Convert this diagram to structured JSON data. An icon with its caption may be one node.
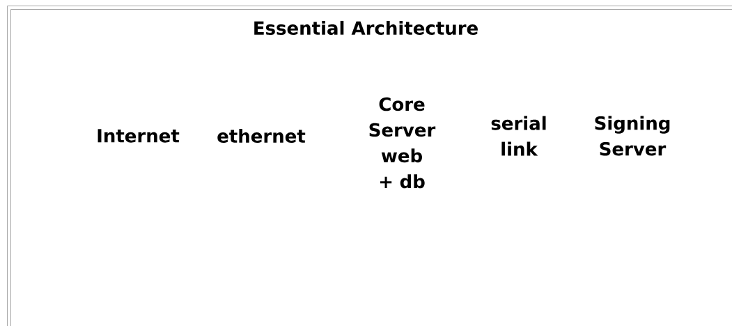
{
  "diagram": {
    "title": "Essential Architecture",
    "labels": [
      "Internet",
      "ethernet",
      "Core Server web + db",
      "serial link",
      "Signing Server"
    ]
  }
}
